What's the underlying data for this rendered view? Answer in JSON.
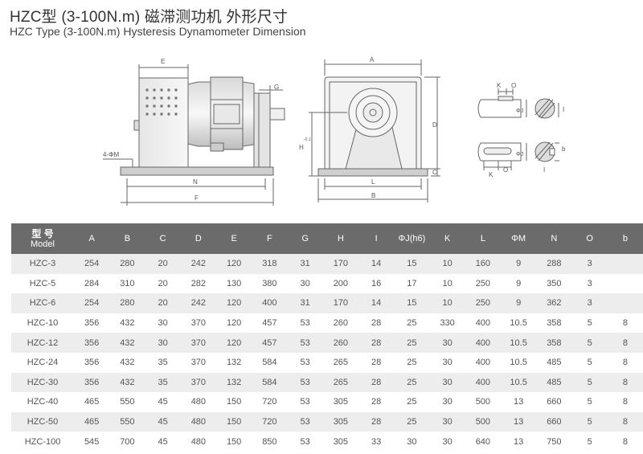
{
  "header": {
    "title_cn": "HZC型 (3-100N.m) 磁滞测功机 外形尺寸",
    "title_en": "HZC Type (3-100N.m) Hysteresis Dynamometer Dimension"
  },
  "drawing": {
    "labels": {
      "E": "E",
      "N": "N",
      "F": "F",
      "G": "G",
      "fm": "4-ΦM",
      "H": "H",
      "h_tol": "-0.1",
      "A": "A",
      "D": "D",
      "C": "C",
      "L": "L",
      "B": "B",
      "K1": "K",
      "O1": "O",
      "J1": "ΦJ",
      "I1": "I",
      "K2": "K",
      "O2": "O",
      "J2": "ΦJ",
      "b2": "b",
      "I2": "I"
    }
  },
  "table": {
    "model_cn": "型 号",
    "model_en": "Model",
    "columns": [
      "A",
      "B",
      "C",
      "D",
      "E",
      "F",
      "G",
      "H",
      "I",
      "ΦJ(h6)",
      "K",
      "L",
      "ΦM",
      "N",
      "O",
      "b"
    ],
    "rows": [
      [
        "HZC-3",
        "254",
        "280",
        "20",
        "242",
        "120",
        "318",
        "31",
        "170",
        "14",
        "15",
        "10",
        "160",
        "9",
        "288",
        "3",
        ""
      ],
      [
        "HZC-5",
        "284",
        "310",
        "20",
        "282",
        "130",
        "380",
        "30",
        "200",
        "16",
        "17",
        "10",
        "250",
        "9",
        "350",
        "3",
        ""
      ],
      [
        "HZC-6",
        "254",
        "280",
        "20",
        "242",
        "120",
        "400",
        "31",
        "170",
        "14",
        "15",
        "10",
        "250",
        "9",
        "362",
        "3",
        ""
      ],
      [
        "HZC-10",
        "356",
        "432",
        "30",
        "370",
        "120",
        "457",
        "53",
        "260",
        "28",
        "25",
        "330",
        "400",
        "10.5",
        "358",
        "5",
        "8"
      ],
      [
        "HZC-12",
        "356",
        "432",
        "30",
        "370",
        "120",
        "457",
        "53",
        "260",
        "28",
        "25",
        "30",
        "400",
        "10.5",
        "358",
        "5",
        "8"
      ],
      [
        "HZC-24",
        "356",
        "432",
        "35",
        "370",
        "132",
        "584",
        "53",
        "265",
        "28",
        "25",
        "30",
        "400",
        "10.5",
        "485",
        "5",
        "8"
      ],
      [
        "HZC-30",
        "356",
        "432",
        "35",
        "370",
        "132",
        "584",
        "53",
        "265",
        "28",
        "25",
        "30",
        "400",
        "10.5",
        "485",
        "5",
        "8"
      ],
      [
        "HZC-40",
        "465",
        "550",
        "45",
        "480",
        "150",
        "720",
        "53",
        "305",
        "28",
        "25",
        "30",
        "500",
        "13",
        "660",
        "5",
        "8"
      ],
      [
        "HZC-50",
        "465",
        "550",
        "45",
        "480",
        "150",
        "720",
        "53",
        "305",
        "28",
        "25",
        "30",
        "500",
        "13",
        "660",
        "5",
        "8"
      ],
      [
        "HZC-100",
        "545",
        "700",
        "45",
        "480",
        "150",
        "850",
        "53",
        "305",
        "33",
        "30",
        "30",
        "640",
        "13",
        "750",
        "5",
        "8"
      ]
    ]
  }
}
